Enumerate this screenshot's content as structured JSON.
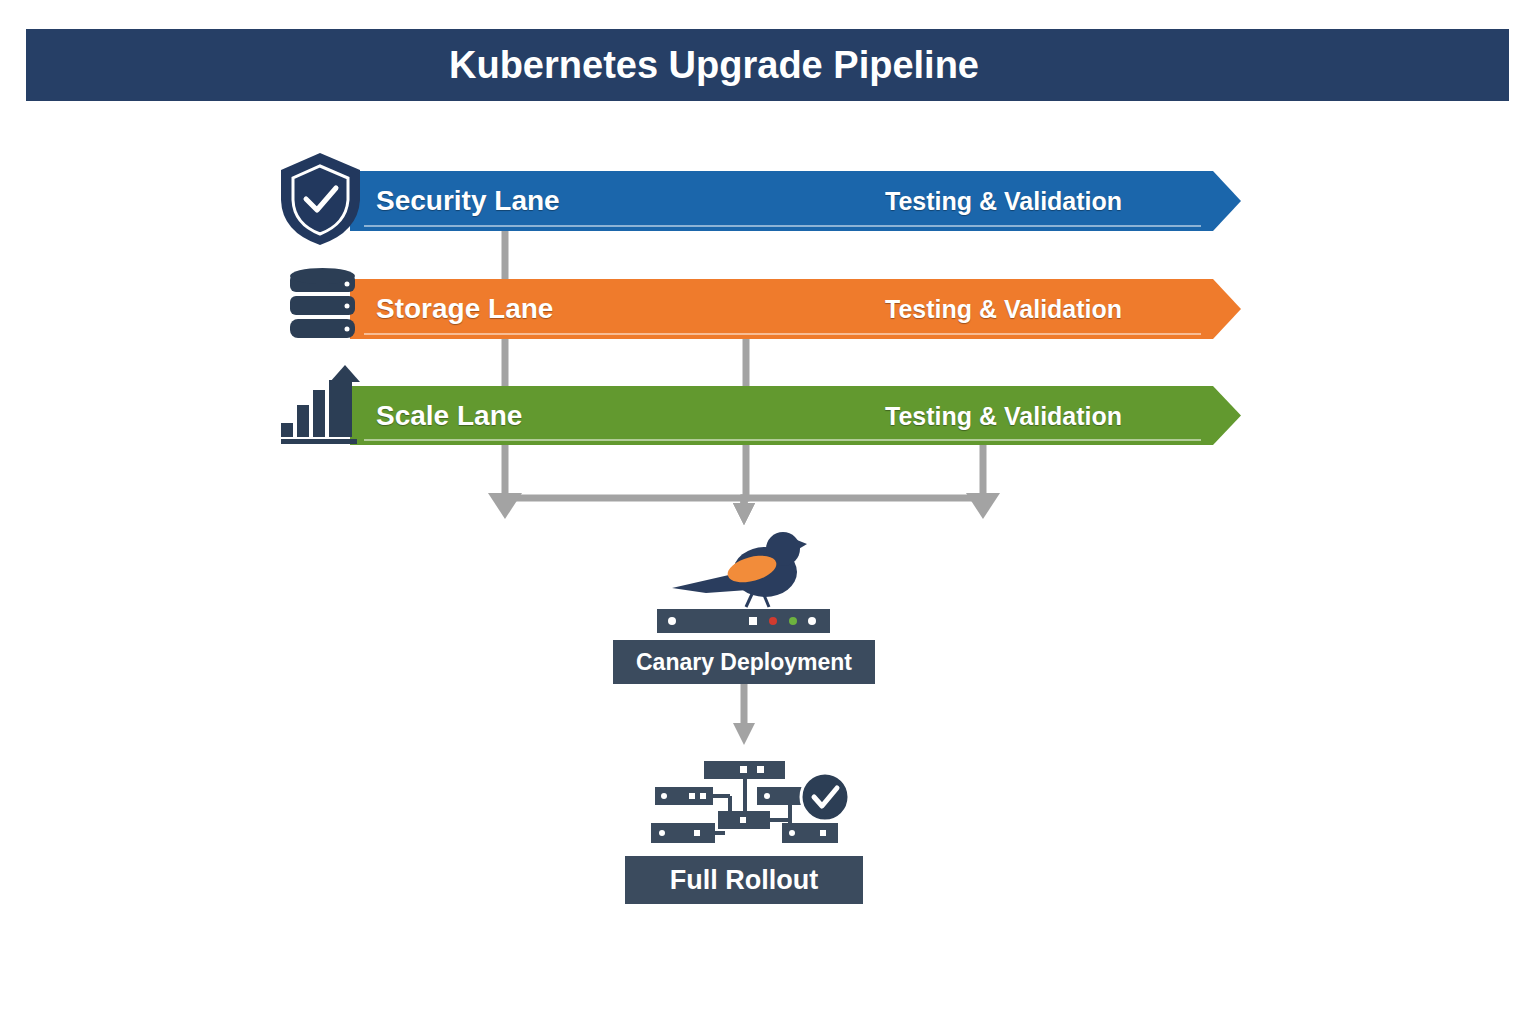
{
  "diagram": {
    "title": "Kubernetes Upgrade Pipeline",
    "nodes": [
      {
        "text": [
          "Security Lane",
          "Testing & Validation"
        ]
      },
      {
        "text": [
          "Storage Lane",
          "Testing & Validation"
        ]
      },
      {
        "text": [
          "Scale Lane",
          "Testing & Validation"
        ]
      },
      {
        "text": [
          "Canary Deployment"
        ]
      },
      {
        "text": [
          "Full Rollout"
        ]
      }
    ],
    "edges": [
      {
        "from": 0,
        "to": 3,
        "arrow": "to"
      },
      {
        "from": 1,
        "to": 3,
        "arrow": "to"
      },
      {
        "from": 2,
        "to": 3,
        "arrow": "to"
      },
      {
        "from": 3,
        "to": 4,
        "arrow": "to"
      }
    ]
  }
}
